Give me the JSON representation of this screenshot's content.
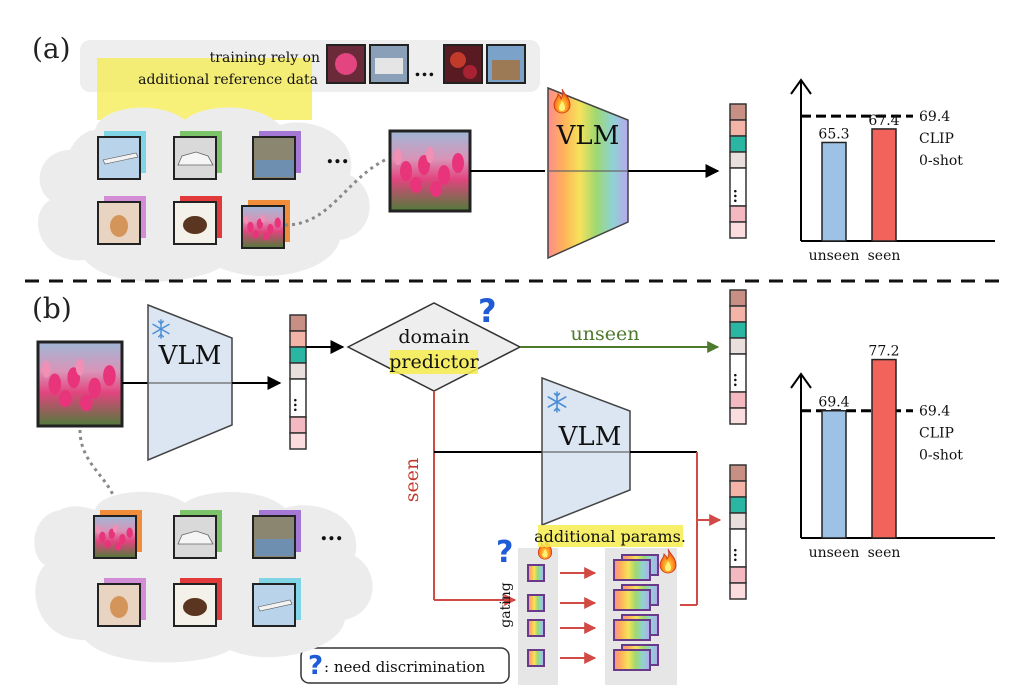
{
  "panel_a": {
    "label": "(a)",
    "note_line1": "training rely on",
    "note_line2": "additional reference data",
    "ellipsis": "...",
    "vlm_label": "VLM",
    "cloud_ellipsis": "...",
    "chart": {
      "bars": [
        {
          "category": "unseen",
          "value": "65.3",
          "color": "#9ec2e6"
        },
        {
          "category": "seen",
          "value": "67.4",
          "color": "#f2645b"
        }
      ],
      "ref_value": "69.4",
      "ref_label1": "CLIP",
      "ref_label2": "0-shot"
    }
  },
  "panel_b": {
    "label": "(b)",
    "vlm_label": "VLM",
    "vlm2_label": "VLM",
    "decision_word1": "domain",
    "decision_word2": "predictor",
    "branch_unseen": "unseen",
    "branch_seen": "seen",
    "additional_params": "additional params.",
    "gating": "gating",
    "legend_q": "?",
    "legend_text": ": need discrimination",
    "cloud_ellipsis": "...",
    "chart": {
      "bars": [
        {
          "category": "unseen",
          "value": "69.4",
          "color": "#9ec2e6"
        },
        {
          "category": "seen",
          "value": "77.2",
          "color": "#f2645b"
        }
      ],
      "ref_value": "69.4",
      "ref_label1": "CLIP",
      "ref_label2": "0-shot"
    }
  },
  "colors": {
    "vlm_fill": "#dce6f2",
    "seen_arrow": "#d24a45",
    "unseen_arrow": "#4e7a2e",
    "highlight": "#f6ec4c",
    "question": "#1f5bd6"
  },
  "icons": [
    "fire-icon",
    "snowflake-icon",
    "question-icon",
    "image-thumbnail"
  ]
}
